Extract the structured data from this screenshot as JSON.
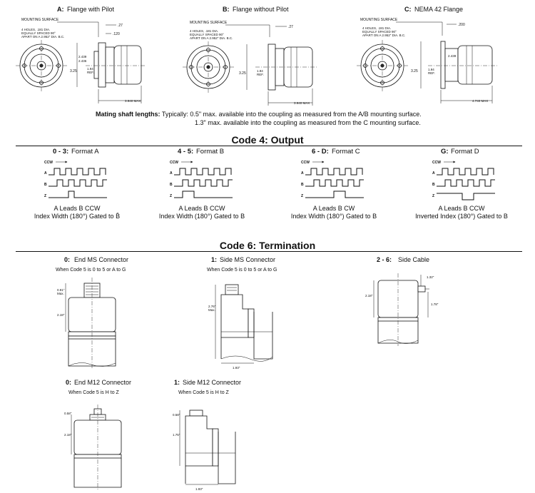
{
  "flanges": {
    "a_letter": "A:",
    "a_title": "Flange with Pilot",
    "b_letter": "B:",
    "b_title": "Flange without Pilot",
    "c_letter": "C:",
    "c_title": "NEMA 42 Flange",
    "mounting_surface": "MOUNTING SURFACE",
    "holes_note_ab": [
      "4 HOLES, .181 DIA.",
      "EQUALLY SPACED 90°",
      "APART ON A 2.952\" DIA. B.C."
    ],
    "holes_note_c": [
      "4 HOLES, .181 DIA.",
      "EQUALLY SPACED 90°",
      "APART ON A 2.952\" DIA. B.C."
    ],
    "dim_27": ".27",
    "dim_120": ".120",
    "dim_200": ".200",
    "dim_2439": "2.439",
    "dim_2436": "2.436",
    "dim_325": "3.25",
    "dim_194": "1.94",
    "ref": "REF.",
    "dim_3940": "3.940 MAX",
    "dim_4740": "4.740 MAX"
  },
  "mating": {
    "label": "Mating shaft lengths:",
    "line1": "Typically:  0.5\" max. available into the coupling as measured from the A/B mounting surface.",
    "line2": "1.3\" max. available into the coupling as measured from the C mounting surface."
  },
  "output": {
    "heading": "Code 4: Output",
    "ccw": "CCW",
    "ch_a": "A",
    "ch_b": "B",
    "ch_z": "Z",
    "formats": [
      {
        "code": "0 - 3:",
        "name": "Format A",
        "cap1": "A Leads B CCW",
        "cap2": "Index Width (180°) Gated to B̄"
      },
      {
        "code": "4 - 5:",
        "name": "Format B",
        "cap1": "A Leads B CCW",
        "cap2": "Index Width (180°) Gated to B"
      },
      {
        "code": "6 - D:",
        "name": "Format C",
        "cap1": "A Leads B CW",
        "cap2": "Index Width (180°) Gated to B"
      },
      {
        "code": "G:",
        "name": "Format D",
        "cap1": "A Leads B CCW",
        "cap2": "Inverted Index (180°) Gated to B"
      }
    ]
  },
  "termination": {
    "heading": "Code 6: Termination",
    "end_ms_code": "0:",
    "end_ms_title": "End MS Connector",
    "end_ms_note": "When Code 5 is 0 to 5 or A to G",
    "side_ms_code": "1:",
    "side_ms_title": "Side MS Connector",
    "side_ms_note": "When Code 5 is 0 to 5 or A to G",
    "cable_code": "2 - 6:",
    "cable_title": "Side Cable",
    "end_m12_code": "0:",
    "end_m12_title": "End M12 Connector",
    "end_m12_note": "When Code 5 is H to Z",
    "side_m12_code": "1:",
    "side_m12_title": "Side M12 Connector",
    "side_m12_note": "When Code 5 is H to Z",
    "d_091": "0.91\"",
    "max": "Max.",
    "d_218": "2.18\"",
    "d_276": "2.76\"",
    "d_193": "1.93\"",
    "d_132": "1.32\"",
    "d_178": "1.78\"",
    "d_058": "0.58\"",
    "d_175": "1.75\""
  }
}
